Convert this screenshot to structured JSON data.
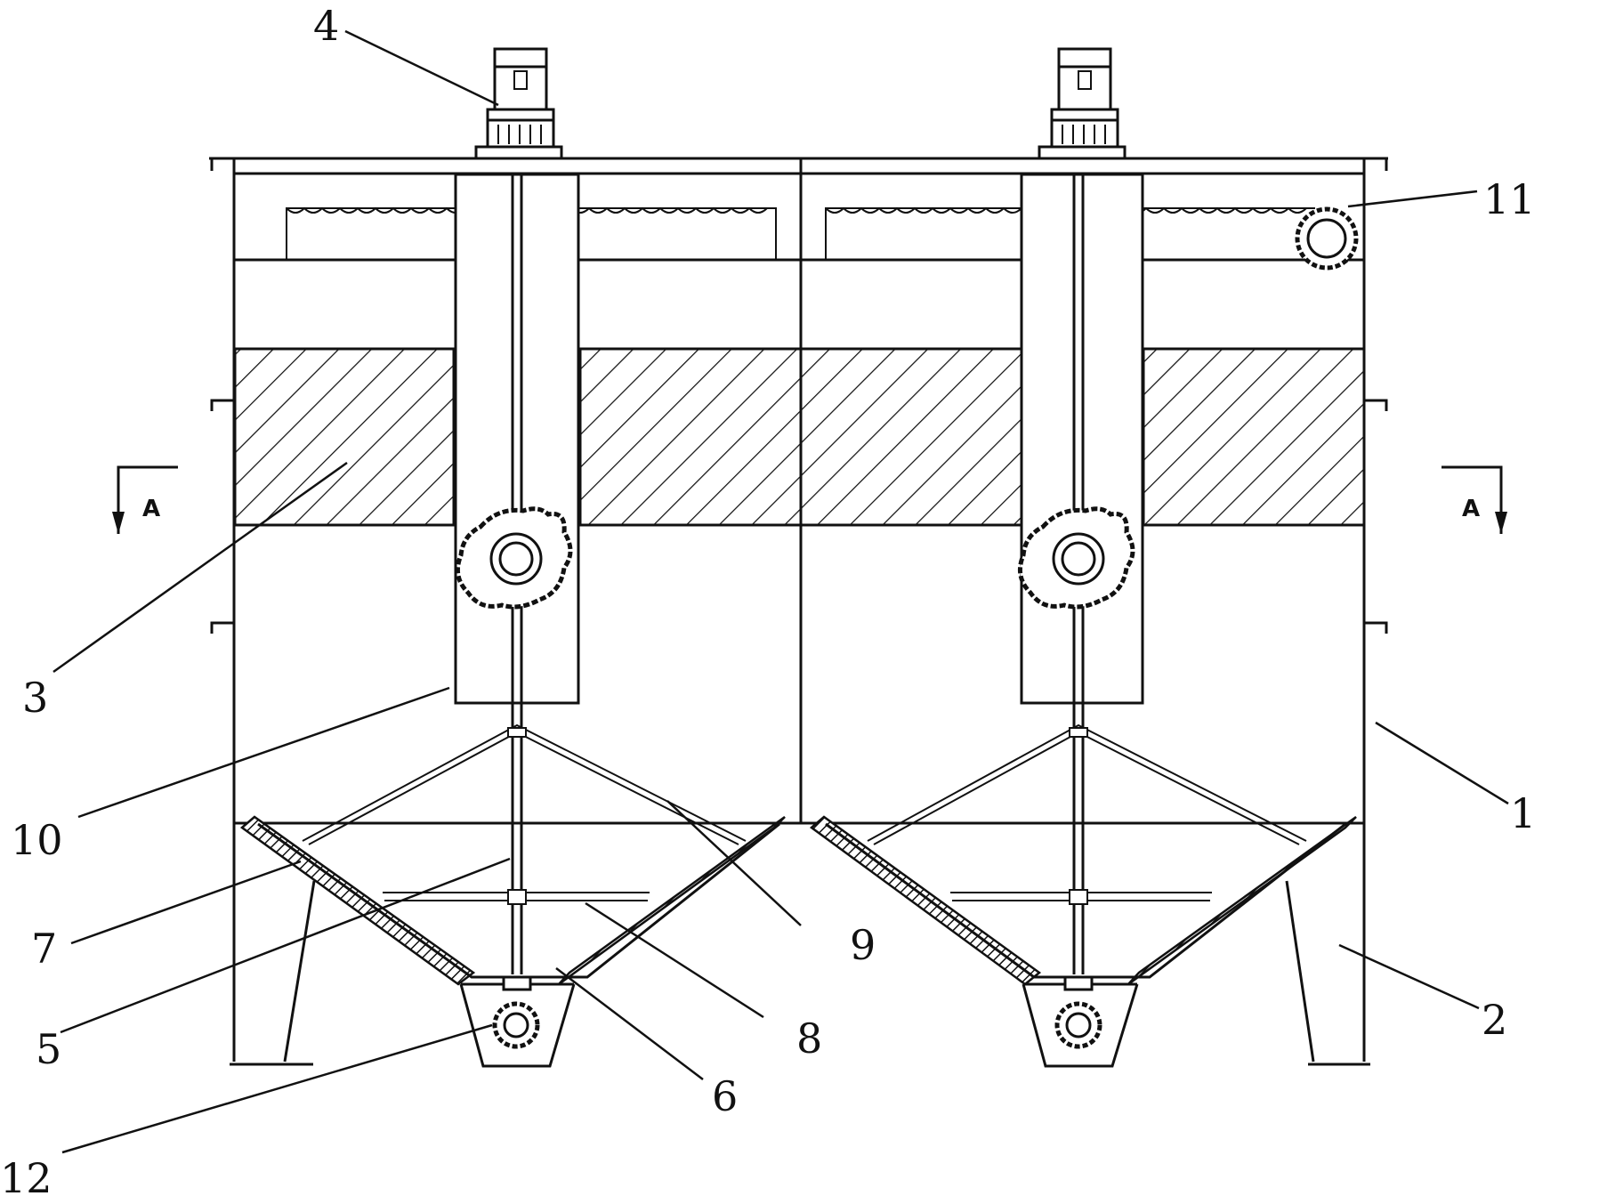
{
  "labels": {
    "l1": "1",
    "l2": "2",
    "l3": "3",
    "l4": "4",
    "l5": "5",
    "l6": "6",
    "l7": "7",
    "l8": "8",
    "l9": "9",
    "l10": "10",
    "l11": "11",
    "l12": "12"
  },
  "section": {
    "left": "A",
    "right": "A"
  }
}
